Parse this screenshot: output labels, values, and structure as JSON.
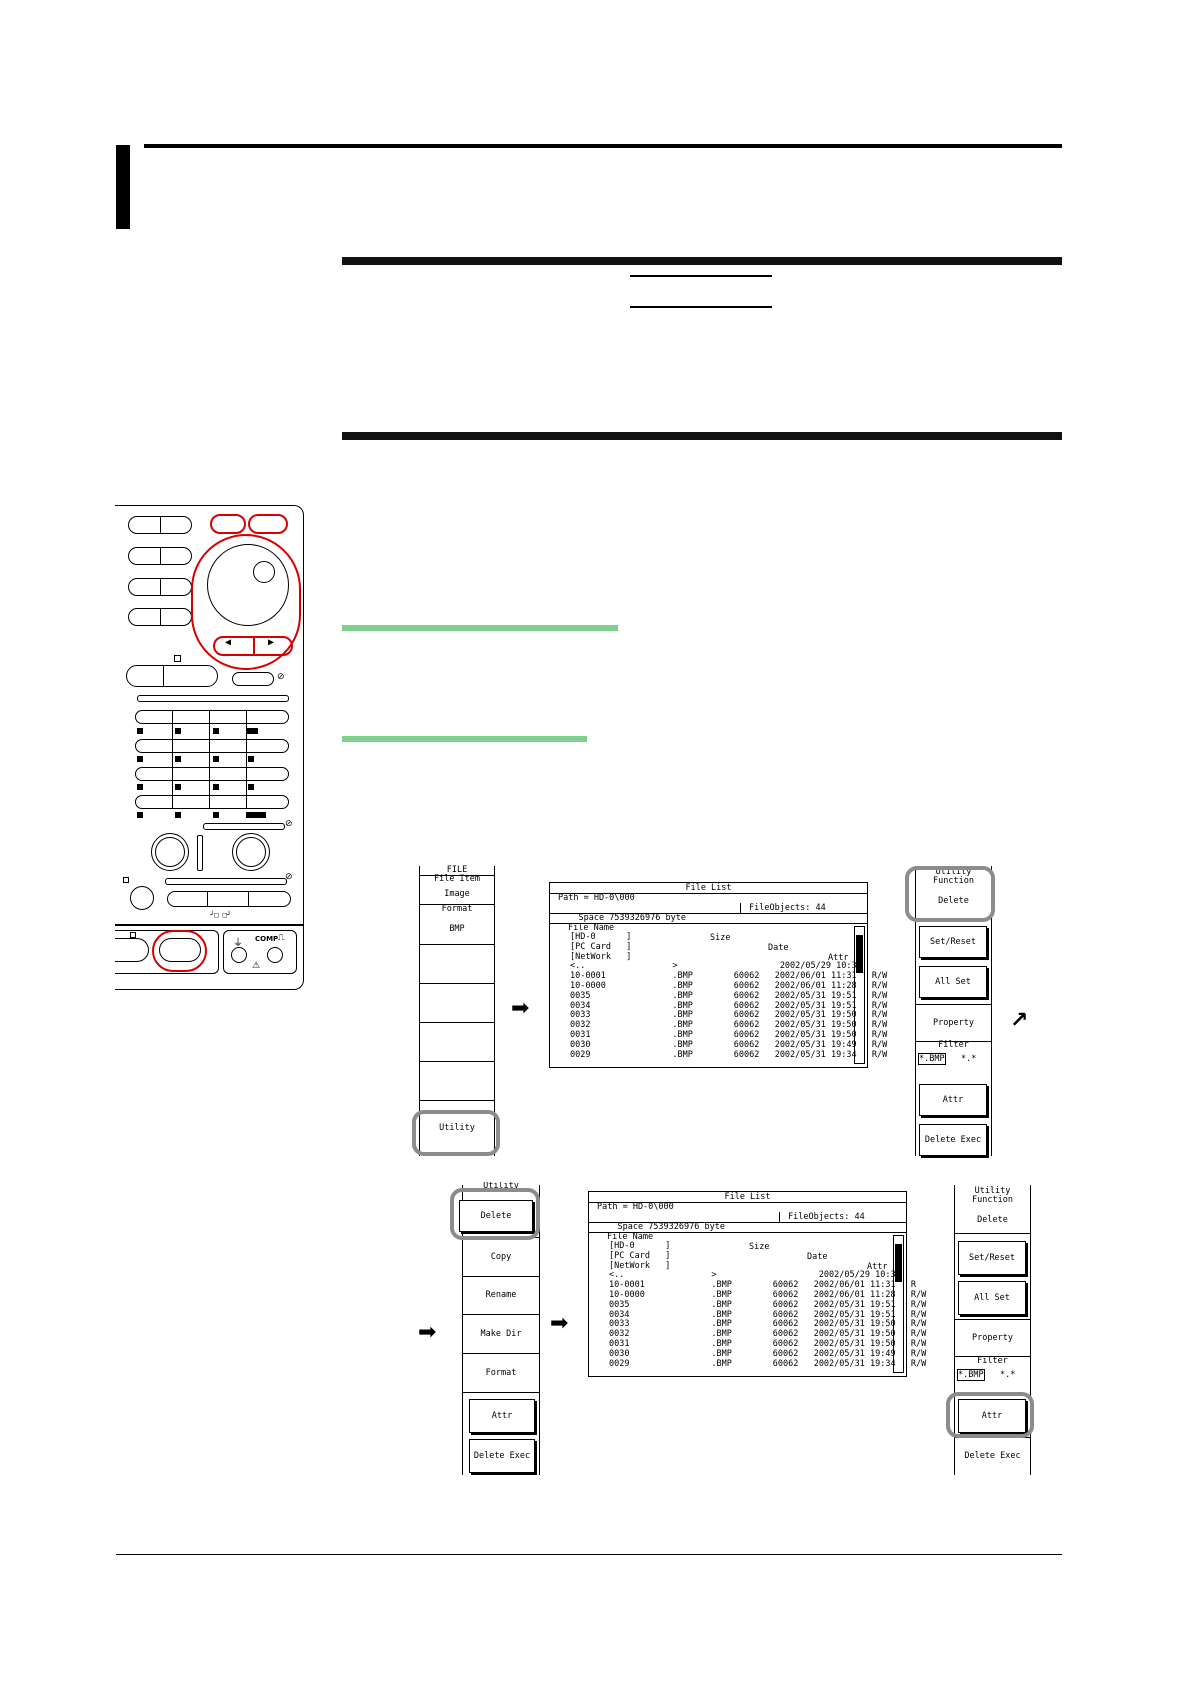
{
  "menu1": {
    "file_hdr": "FILE",
    "file_item_label": "File Item",
    "image": "Image",
    "format_label": "Format",
    "bmp": "BMP",
    "utility": "Utility"
  },
  "screen1": {
    "title": "File List",
    "path": "Path = HD-0\\000",
    "space": "Space 7539326976 byte",
    "objects": "FileObjects: 44",
    "col_name": "File Name",
    "col_size": "Size",
    "col_date": "Date",
    "col_attr": "Attr",
    "rows": [
      "[HD-0      ]",
      "[PC Card   ]",
      "[NetWork   ]",
      "<..                 >                    2002/05/29 10:34",
      "10-0001             .BMP        60062   2002/06/01 11:31   R/W",
      "10-0000             .BMP        60062   2002/06/01 11:28   R/W",
      "0035                .BMP        60062   2002/05/31 19:51   R/W",
      "0034                .BMP        60062   2002/05/31 19:51   R/W",
      "0033                .BMP        60062   2002/05/31 19:50   R/W",
      "0032                .BMP        60062   2002/05/31 19:50   R/W",
      "0031                .BMP        60062   2002/05/31 19:50   R/W",
      "0030                .BMP        60062   2002/05/31 19:49   R/W",
      "0029                .BMP        60062   2002/05/31 19:34   R/W"
    ]
  },
  "screen2": {
    "title": "File List",
    "path": "Path = HD-0\\000",
    "space": "Space 7539326976 byte",
    "objects": "FileObjects: 44",
    "col_name": "File Name",
    "col_size": "Size",
    "col_date": "Date",
    "col_attr": "Attr",
    "rows": [
      "[HD-0      ]",
      "[PC Card   ]",
      "[NetWork   ]",
      "<..                 >                    2002/05/29 10:34",
      "10-0001             .BMP        60062   2002/06/01 11:31   R",
      "10-0000             .BMP        60062   2002/06/01 11:28   R/W",
      "0035                .BMP        60062   2002/05/31 19:51   R/W",
      "0034                .BMP        60062   2002/05/31 19:51   R/W",
      "0033                .BMP        60062   2002/05/31 19:50   R/W",
      "0032                .BMP        60062   2002/05/31 19:50   R/W",
      "0031                .BMP        60062   2002/05/31 19:50   R/W",
      "0030                .BMP        60062   2002/05/31 19:49   R/W",
      "0029                .BMP        60062   2002/05/31 19:34   R/W"
    ]
  },
  "menu_utility": {
    "utility_hdr": "Utility",
    "function_label": "Function",
    "delete": "Delete",
    "set_reset": "Set/Reset",
    "all_set": "All Set",
    "property": "Property",
    "filter_label": "Filter",
    "filter_sel": "*.BMP",
    "filter_all": "*.*",
    "attr": "Attr",
    "delete_exec": "Delete Exec"
  },
  "menu_function": {
    "header_partial": "Utility",
    "delete": "Delete",
    "copy": "Copy",
    "rename": "Rename",
    "make_dir": "Make Dir",
    "format": "Format",
    "attr": "Attr",
    "delete_exec": "Delete Exec"
  },
  "panel": {
    "comp_label": "COMP"
  },
  "colors": {
    "highlight": "#8c8c8c",
    "red": "#d60000",
    "green": "#7fd08e"
  }
}
